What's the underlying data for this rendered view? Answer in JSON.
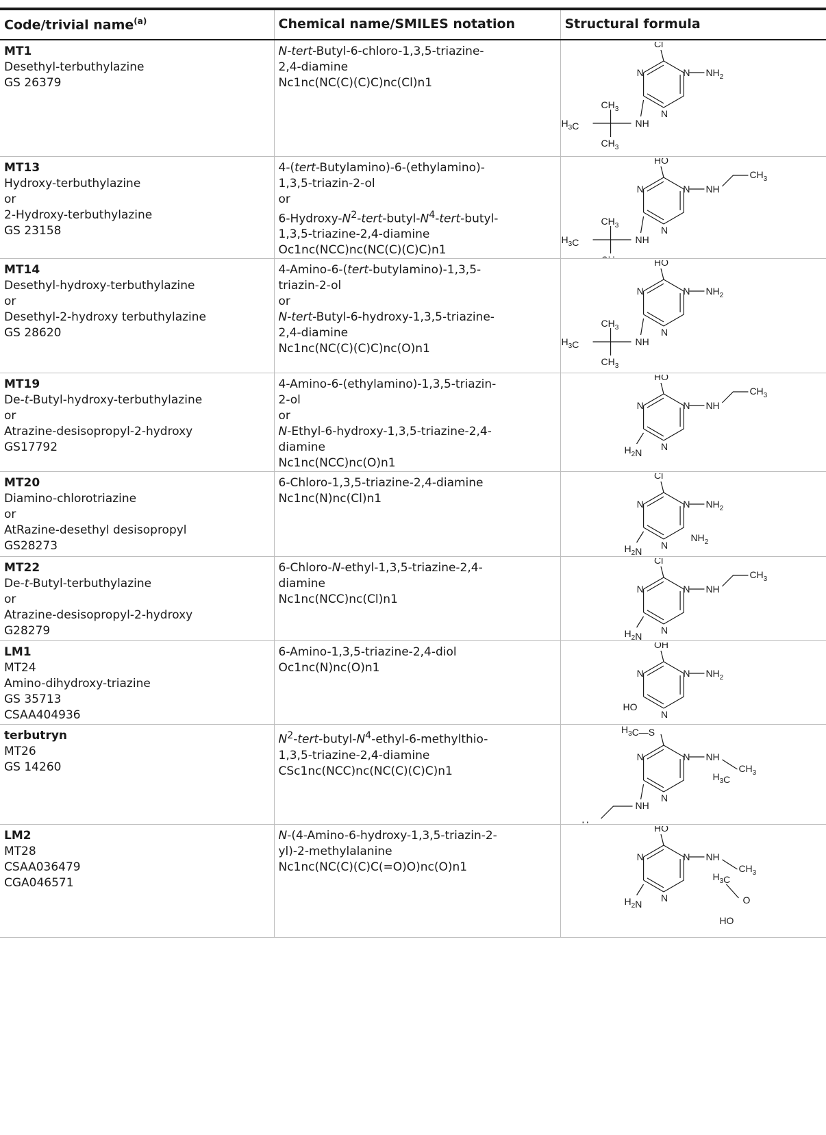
{
  "header": {
    "col1": "Code/trivial name",
    "col1_sup": "(a)",
    "col2": "Chemical name/SMILES notation",
    "col3": "Structural formula"
  },
  "rows": [
    {
      "code": "MT1",
      "names": [
        "Desethyl-terbuthylazine",
        "GS 26379"
      ],
      "chem_html": [
        "<i>N-tert</i>-Butyl-6-chloro-1,3,5-triazine-",
        "2,4-diamine",
        "Nc1nc(NC(C)(C)C)nc(Cl)n1"
      ],
      "structure_alt": "MT1 structure",
      "labels": {
        "top": "Cl",
        "right": "NH",
        "right_sub": "2",
        "tbutyl": true
      }
    },
    {
      "code": "MT13",
      "names": [
        "Hydroxy-terbuthylazine",
        "or",
        "2-Hydroxy-terbuthylazine",
        "GS 23158"
      ],
      "chem_html": [
        "4-(<i>tert</i>-Butylamino)-6-(ethylamino)-",
        "1,3,5-triazin-2-ol",
        "or",
        "6-Hydroxy-<i>N</i><sup>2</sup>-<i>tert</i>-butyl-<i>N</i><sup>4</sup>-<i>tert</i>-butyl-",
        "1,3,5-triazine-2,4-diamine",
        "Oc1nc(NCC)nc(NC(C)(C)C)n1"
      ]
    },
    {
      "code": "MT14",
      "names": [
        "Desethyl-hydroxy-terbuthylazine",
        "or",
        "Desethyl-2-hydroxy terbuthylazine",
        "GS 28620"
      ],
      "chem_html": [
        "4-Amino-6-(<i>tert</i>-butylamino)-1,3,5-",
        "triazin-2-ol",
        "or",
        "<i>N-tert</i>-Butyl-6-hydroxy-1,3,5-triazine-",
        "2,4-diamine",
        "Nc1nc(NC(C)(C)C)nc(O)n1"
      ]
    },
    {
      "code": "MT19",
      "names_html": [
        "De-<i>t</i>-Butyl-hydroxy-terbuthylazine",
        "or",
        "Atrazine-desisopropyl-2-hydroxy",
        "GS17792"
      ],
      "chem_html": [
        "4-Amino-6-(ethylamino)-1,3,5-triazin-",
        "2-ol",
        "or",
        "<i>N</i>-Ethyl-6-hydroxy-1,3,5-triazine-2,4-",
        "diamine",
        "Nc1nc(NCC)nc(O)n1"
      ]
    },
    {
      "code": "MT20",
      "names": [
        "Diamino-chlorotriazine",
        "or",
        "AtRazine-desethyl desisopropyl",
        "GS28273"
      ],
      "chem_html": [
        "6-Chloro-1,3,5-triazine-2,4-diamine",
        "Nc1nc(N)nc(Cl)n1"
      ]
    },
    {
      "code": "MT22",
      "names_html": [
        "De-<i>t</i>-Butyl-terbuthylazine",
        "or",
        "Atrazine-desisopropyl-2-hydroxy",
        "G28279"
      ],
      "chem_html": [
        "6-Chloro-<i>N</i>-ethyl-1,3,5-triazine-2,4-",
        "diamine",
        "Nc1nc(NCC)nc(Cl)n1"
      ]
    },
    {
      "code": "LM1",
      "names": [
        "MT24",
        "Amino-dihydroxy-triazine",
        "GS 35713",
        "CSAA404936"
      ],
      "chem_html": [
        "6-Amino-1,3,5-triazine-2,4-diol",
        "Oc1nc(N)nc(O)n1"
      ]
    },
    {
      "code": "terbutryn",
      "names": [
        "MT26",
        "GS 14260"
      ],
      "chem_html": [
        "<i>N</i><sup>2</sup>-<i>tert</i>-butyl-<i>N</i><sup>4</sup>-ethyl-6-methylthio-",
        "1,3,5-triazine-2,4-diamine",
        "CSc1nc(NCC)nc(NC(C)(C)C)n1"
      ]
    },
    {
      "code": "LM2",
      "names": [
        "MT28",
        "CSAA036479",
        "CGA046571"
      ],
      "chem_html": [
        "<i>N</i>-(4-Amino-6-hydroxy-1,3,5-triazin-2-",
        "yl)-2-methylalanine",
        "Nc1nc(NC(C)(C)C(=O)O)nc(O)n1"
      ]
    }
  ],
  "structures": {
    "Cl": "Cl",
    "HO": "HO",
    "OH": "OH",
    "N": "N",
    "NH": "NH",
    "NH2": "NH",
    "H2N": "H",
    "CH3": "CH",
    "H3C": "H",
    "O": "O",
    "S": "S",
    "sub2": "2",
    "sub3": "3"
  }
}
